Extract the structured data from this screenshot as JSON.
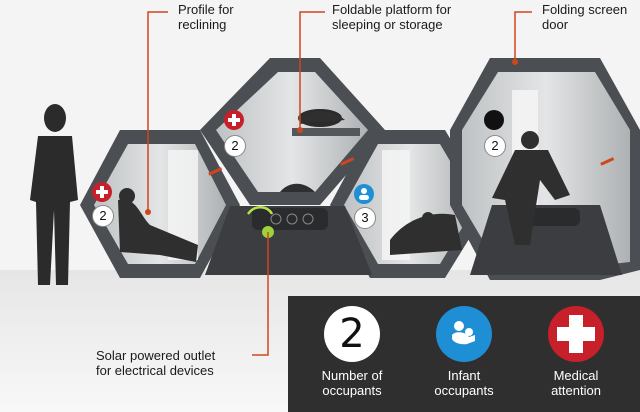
{
  "callouts": {
    "profile": "Profile for\nreclining",
    "platform": "Foldable platform for\nsleeping or storage",
    "door": "Folding screen\ndoor",
    "outlet": "Solar powered outlet\nfor electrical devices"
  },
  "pod_badges": {
    "left": "2",
    "top": "2",
    "middle": "3",
    "right": "2"
  },
  "legend": {
    "occupants_number": "2",
    "occupants_label": "Number of\noccupants",
    "infant_label": "Infant\noccupants",
    "medical_label": "Medical\nattention"
  },
  "colors": {
    "leader": "#d0461f",
    "medical": "#c8202b",
    "infant": "#1e8fd5",
    "pod_frame": "#4a4d50",
    "legend_bg": "#2f2f2f"
  },
  "icons": [
    "medical-cross-icon",
    "infant-icon",
    "occupancy-number-icon",
    "solar-outlet-icon"
  ]
}
